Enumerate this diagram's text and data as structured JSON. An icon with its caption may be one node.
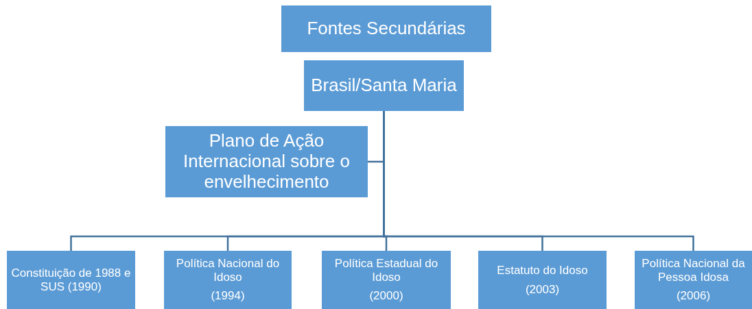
{
  "diagram": {
    "nodes": [
      {
        "text": [
          "Fontes Secundárias"
        ]
      },
      {
        "text": [
          "Brasil/Santa Maria"
        ]
      },
      {
        "text": [
          "Plano de Ação Internacional sobre o envelhecimento"
        ]
      },
      {
        "text": [
          "Constituição de 1988 e SUS (1990)"
        ]
      },
      {
        "text": [
          "Política Nacional do Idoso",
          "(1994)"
        ]
      },
      {
        "text": [
          "Política Estadual do Idoso",
          "(2000)"
        ]
      },
      {
        "text": [
          "Estatuto  do Idoso",
          "(2003)"
        ]
      },
      {
        "text": [
          "Política Nacional da Pessoa Idosa",
          "(2006)"
        ]
      }
    ],
    "edges": [
      {
        "from": 1,
        "to": 2,
        "arrow": "none"
      },
      {
        "from": 1,
        "to": 3,
        "arrow": "none"
      },
      {
        "from": 1,
        "to": 4,
        "arrow": "none"
      },
      {
        "from": 1,
        "to": 5,
        "arrow": "none"
      },
      {
        "from": 1,
        "to": 6,
        "arrow": "none"
      },
      {
        "from": 1,
        "to": 7,
        "arrow": "none"
      }
    ]
  }
}
